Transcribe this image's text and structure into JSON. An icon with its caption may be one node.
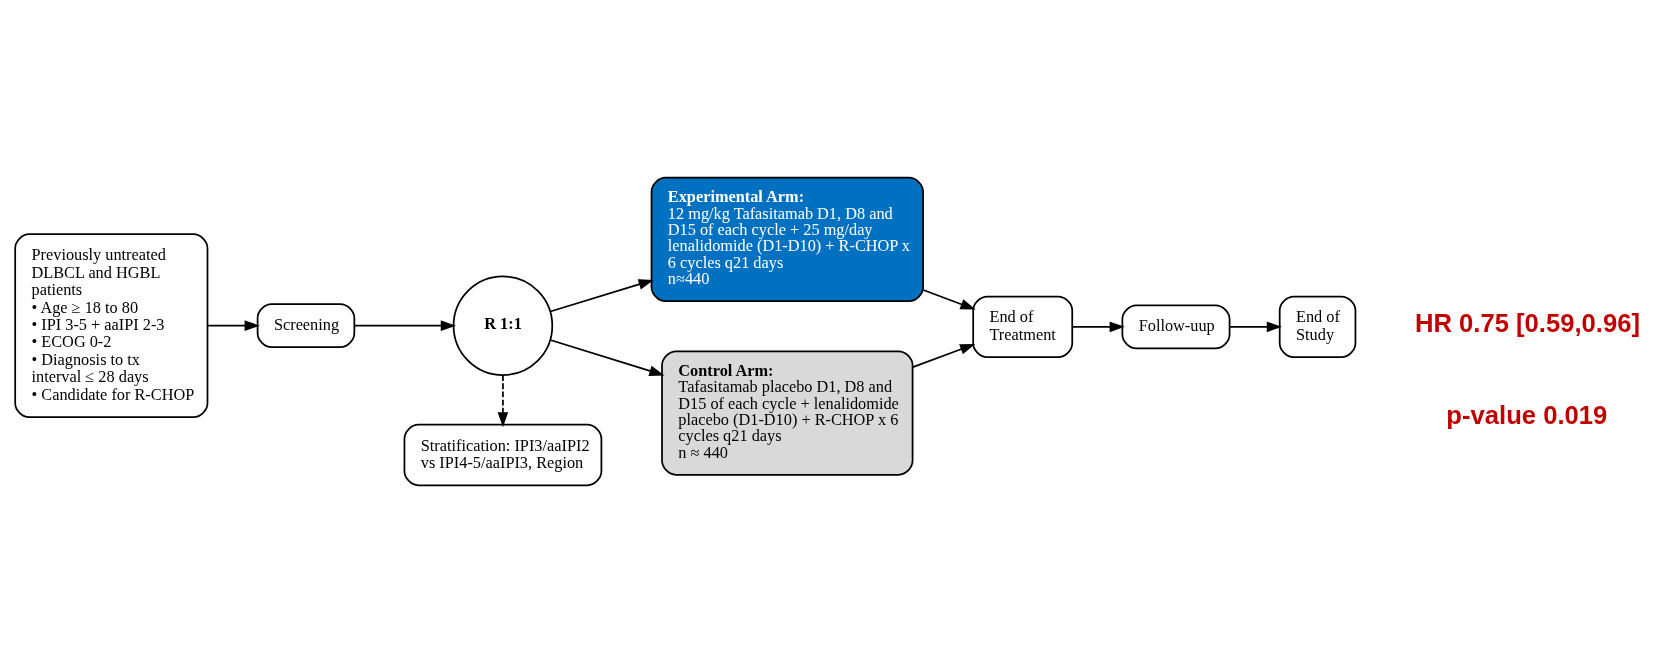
{
  "diagram": {
    "nodes": [
      {
        "text": [
          "Previously untreated DLBCL and HGBL patients",
          "• Age ≥ 18 to 80",
          "• IPI 3-5 + aaIPI 2-3",
          "• ECOG 0-2",
          "• Diagnosis to tx interval ≤ 28 days",
          "• Candidate for R-CHOP"
        ]
      },
      {
        "text": [
          "Screening"
        ]
      },
      {
        "text": [
          "R 1:1"
        ]
      },
      {
        "text": [
          "Stratification: IPI3/aaIPI2 vs IPI4-5/aaIPI3, Region"
        ]
      },
      {
        "text": [
          "Experimental Arm:",
          "12 mg/kg Tafasitamab D1, D8 and D15 of each cycle + 25 mg/day lenalidomide (D1-D10) + R-CHOP x 6 cycles q21 days",
          "n≈440"
        ]
      },
      {
        "text": [
          "Control Arm:",
          "Tafasitamab placebo D1, D8 and D15 of each cycle + lenalidomide placebo (D1-D10) + R-CHOP x 6 cycles q21 days",
          "n ≈ 440"
        ]
      },
      {
        "text": [
          "End of Treatment"
        ]
      },
      {
        "text": [
          "Follow-uup"
        ]
      },
      {
        "text": [
          "End of Study"
        ]
      }
    ],
    "edges": [
      {
        "from": 0,
        "to": 1,
        "arrow": "to"
      },
      {
        "from": 1,
        "to": 2,
        "arrow": "to"
      },
      {
        "from": 2,
        "to": 3,
        "arrow": "to",
        "style": "dashed"
      },
      {
        "from": 2,
        "to": 4,
        "arrow": "to"
      },
      {
        "from": 2,
        "to": 5,
        "arrow": "to"
      },
      {
        "from": 4,
        "to": 6,
        "arrow": "to"
      },
      {
        "from": 5,
        "to": 6,
        "arrow": "to"
      },
      {
        "from": 6,
        "to": 7,
        "arrow": "to"
      },
      {
        "from": 7,
        "to": 8,
        "arrow": "to"
      }
    ],
    "labels": [
      "HR 0.75 [0.59,0.96]",
      "p-value 0.019"
    ]
  }
}
